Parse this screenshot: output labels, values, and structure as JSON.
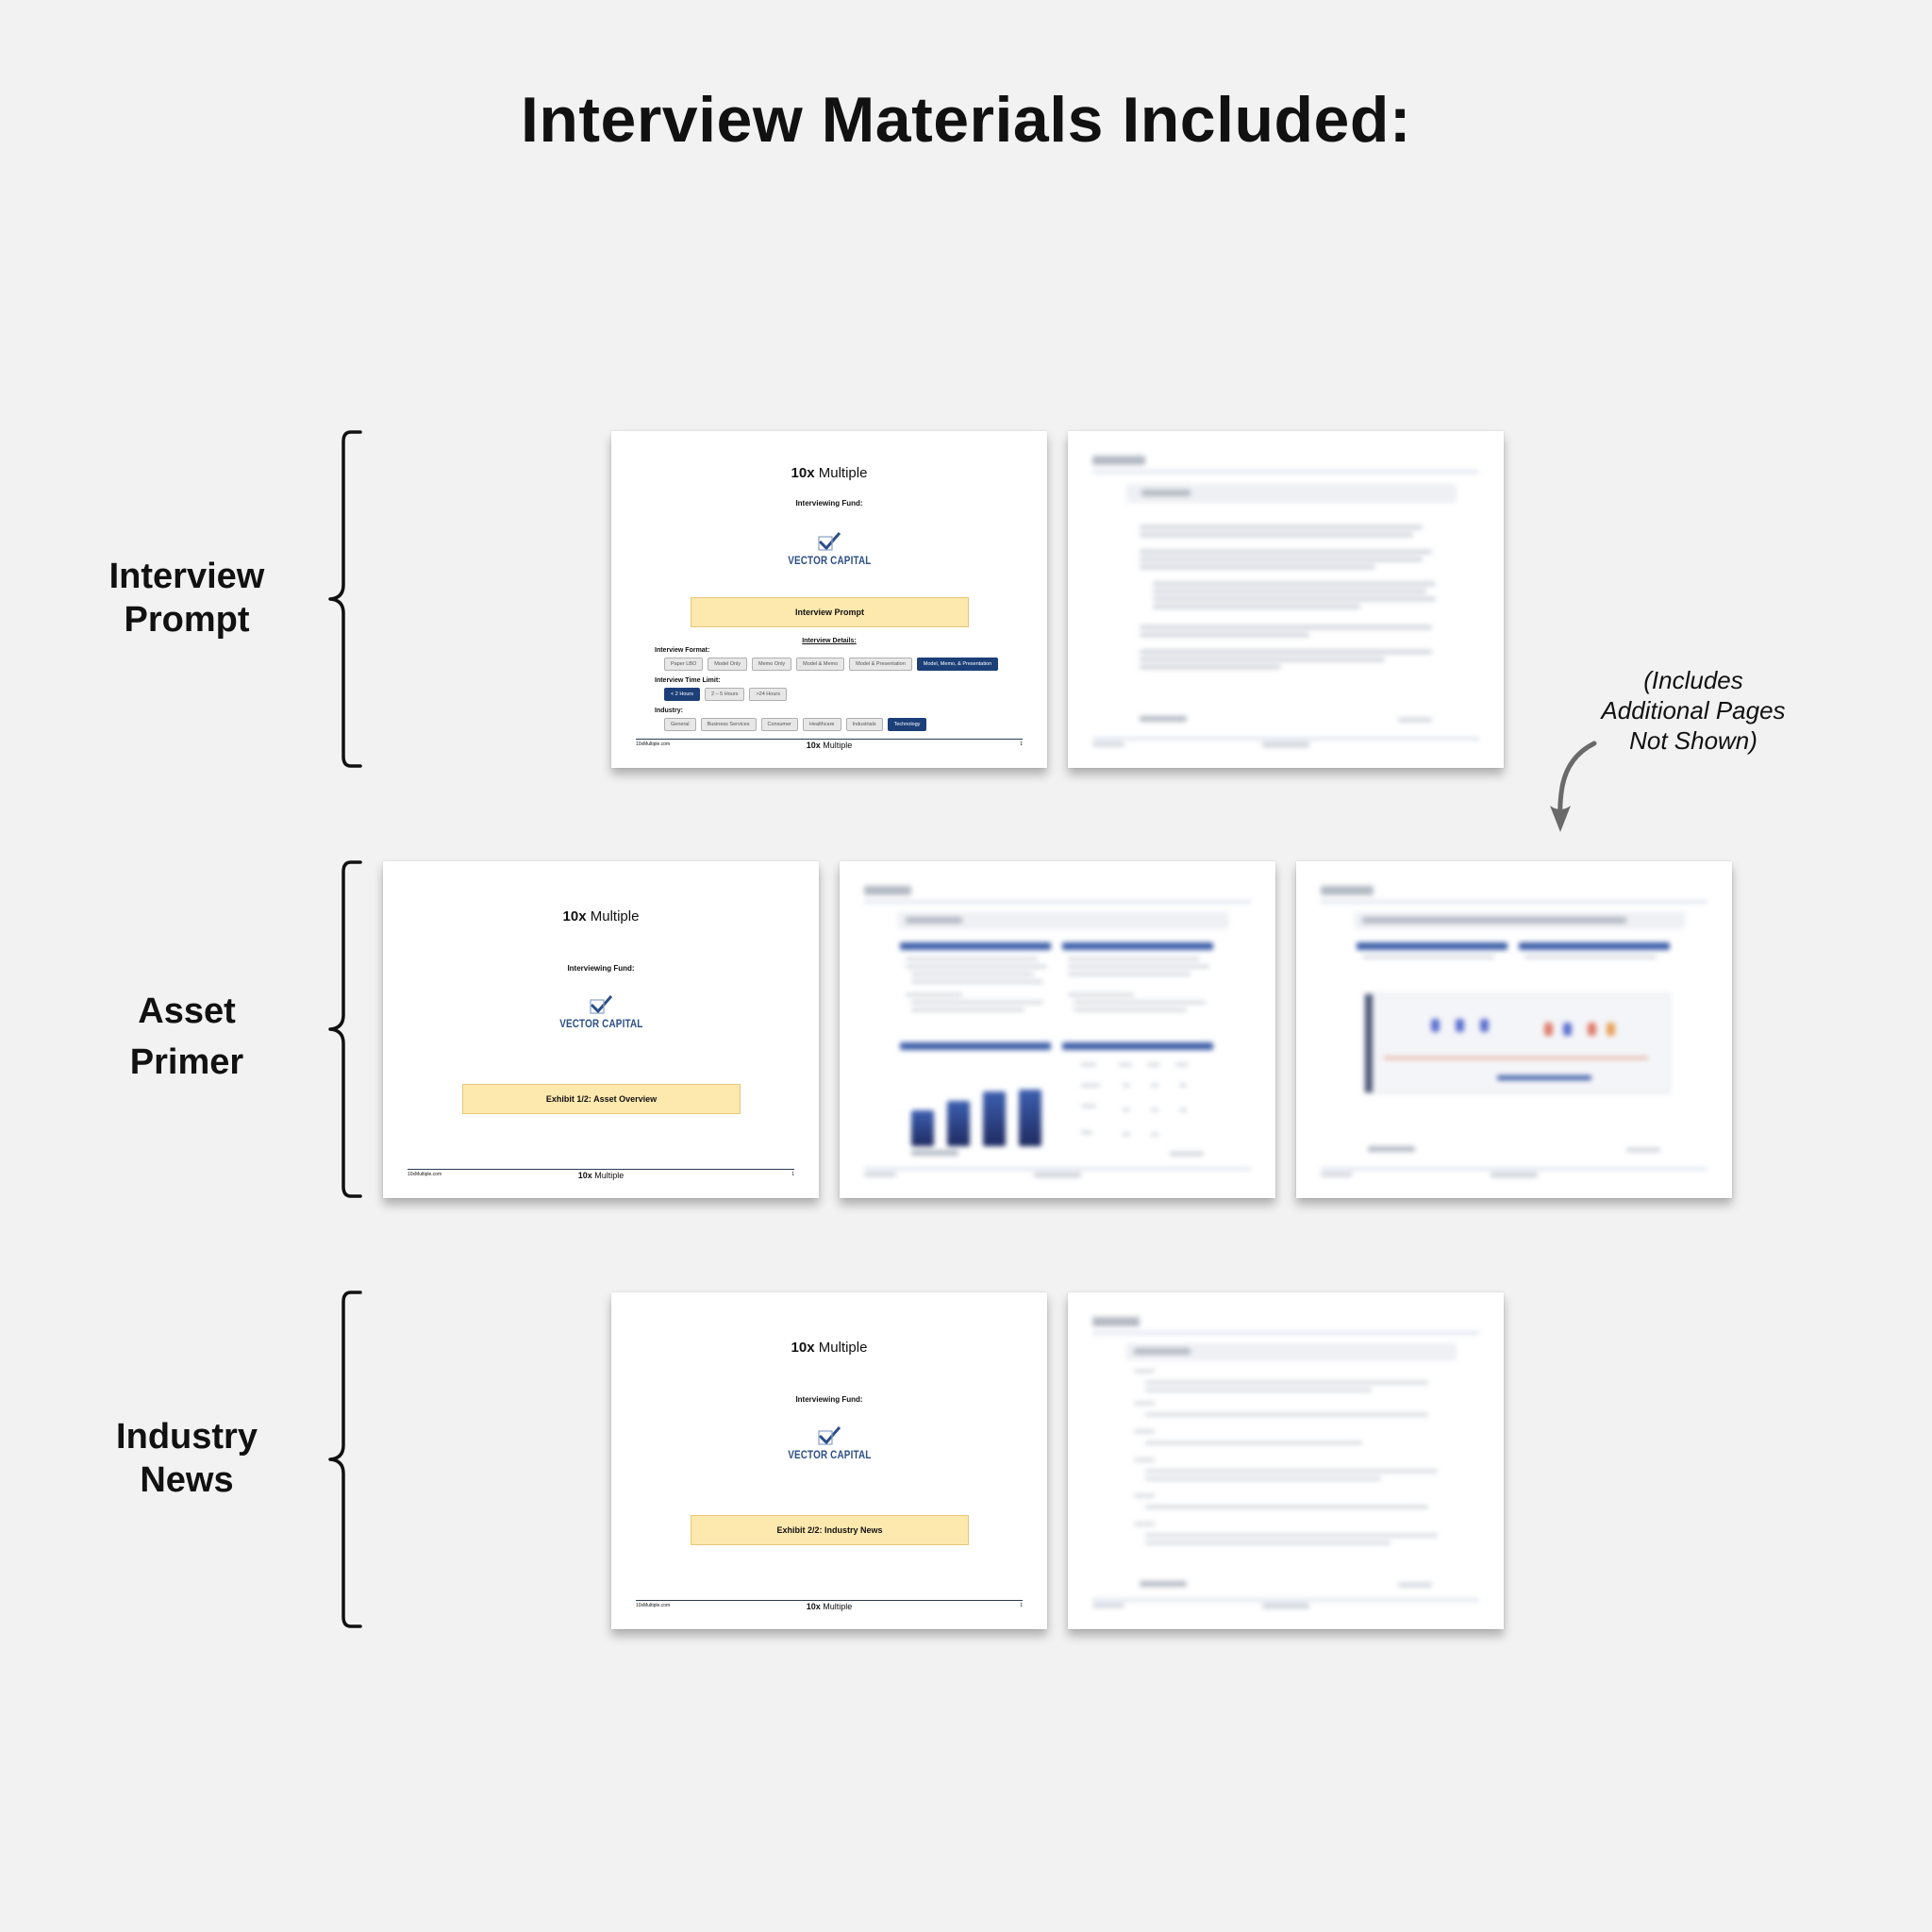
{
  "title": "Interview Materials Included:",
  "note": {
    "line1": "(Includes",
    "line2": "Additional Pages",
    "line3": "Not Shown)"
  },
  "sections": {
    "prompt": {
      "line1": "Interview",
      "line2": "Prompt"
    },
    "primer": {
      "line1": "Asset",
      "line2": "Primer"
    },
    "news": {
      "line1": "Industry",
      "line2": "News"
    }
  },
  "cover": {
    "brand_bold": "10x",
    "brand_rest": " Multiple",
    "fund_label": "Interviewing Fund:",
    "fund_logo_text": "VECTOR CAPITAL",
    "footer_site": "10xMultiple.com",
    "footer_brand_bold": "10x",
    "footer_brand_rest": " Multiple",
    "page_number": "1"
  },
  "prompt_cover": {
    "box_title": "Interview Prompt",
    "details_title": "Interview Details:",
    "format_label": "Interview Format:",
    "format_options": [
      "Paper LBO",
      "Model Only",
      "Memo Only",
      "Model & Memo",
      "Model & Presentation",
      "Model, Memo, & Presentation"
    ],
    "format_selected": "Model, Memo, & Presentation",
    "time_label": "Interview Time Limit:",
    "time_options": [
      "< 2 Hours",
      "2 – 5 Hours",
      ">24 Hours"
    ],
    "time_selected": "< 2 Hours",
    "industry_label": "Industry:",
    "industry_options": [
      "General",
      "Business Services",
      "Consumer",
      "Healthcare",
      "Industrials",
      "Technology"
    ],
    "industry_selected": "Technology"
  },
  "primer_cover": {
    "box_title": "Exhibit 1/2: Asset Overview"
  },
  "news_cover": {
    "box_title": "Exhibit 2/2: Industry News"
  },
  "colors": {
    "background": "#f2f2f2",
    "highlight_box": "#fde8ae",
    "selected_chip": "#1c3f78",
    "logo_blue": "#2b4f86"
  }
}
